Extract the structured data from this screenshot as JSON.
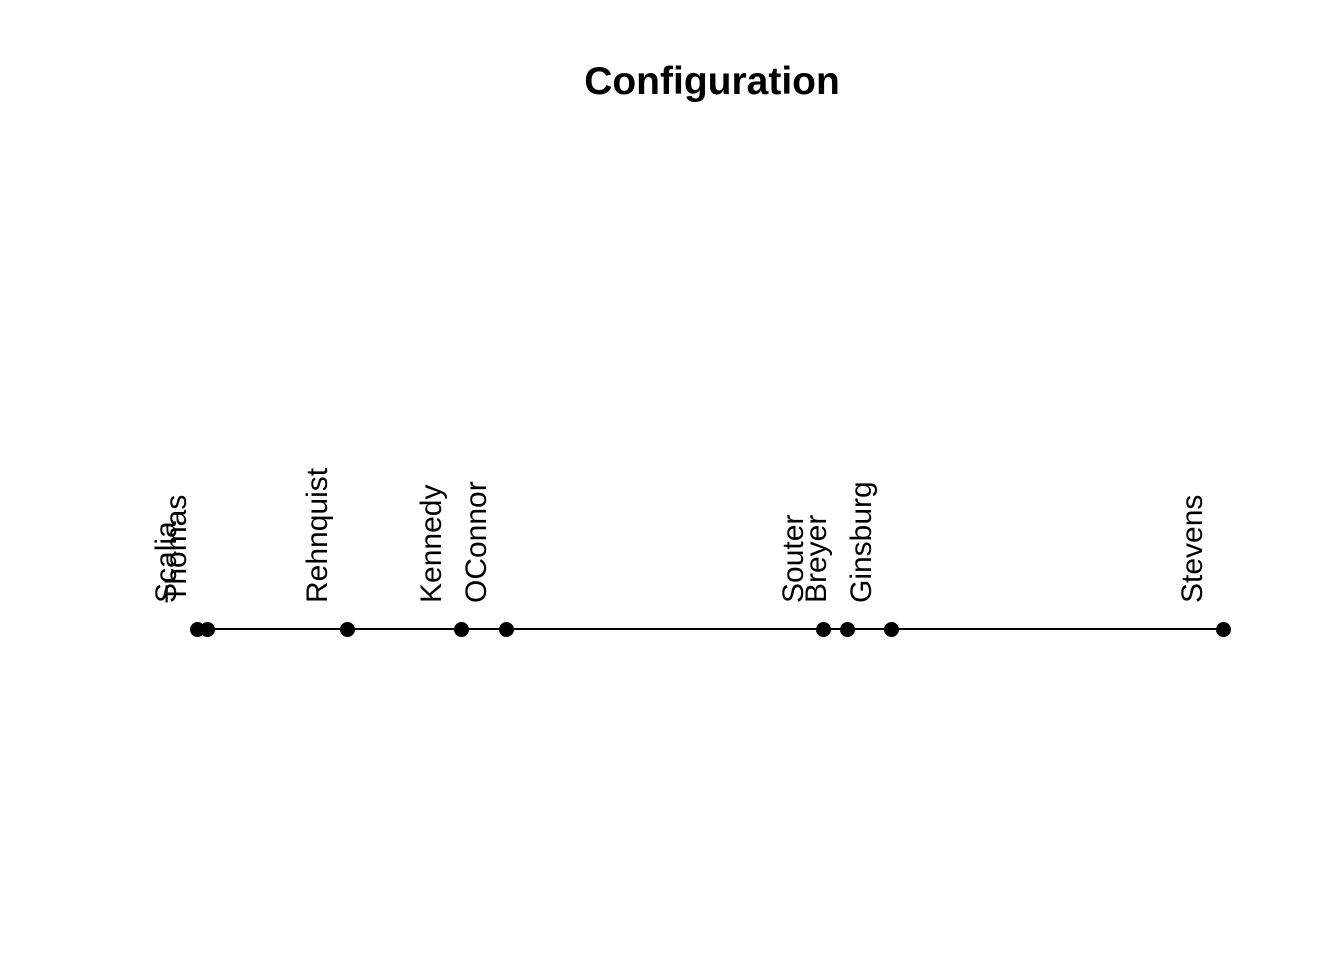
{
  "title": "Configuration",
  "colors": {
    "background": "#ffffff",
    "point": "#000000",
    "line": "#000000",
    "text": "#000000"
  },
  "chart_data": {
    "type": "scatter",
    "title": "Configuration",
    "description": "One-dimensional configuration of points along a single horizontal axis; each point is a labeled solid dot on a line, labels drawn vertically (rotated 90 degrees) above each dot; no axes, ticks or gridlines shown",
    "xlim": [
      0,
      1
    ],
    "grid": false,
    "legend": false,
    "points": [
      {
        "label": "Scalia",
        "x": 0.0
      },
      {
        "label": "Thomas",
        "x": 0.01
      },
      {
        "label": "Rehnquist",
        "x": 0.147
      },
      {
        "label": "Kennedy",
        "x": 0.258
      },
      {
        "label": "OConnor",
        "x": 0.302
      },
      {
        "label": "Souter",
        "x": 0.611
      },
      {
        "label": "Breyer",
        "x": 0.634
      },
      {
        "label": "Ginsburg",
        "x": 0.677
      },
      {
        "label": "Stevens",
        "x": 1.0
      }
    ]
  }
}
